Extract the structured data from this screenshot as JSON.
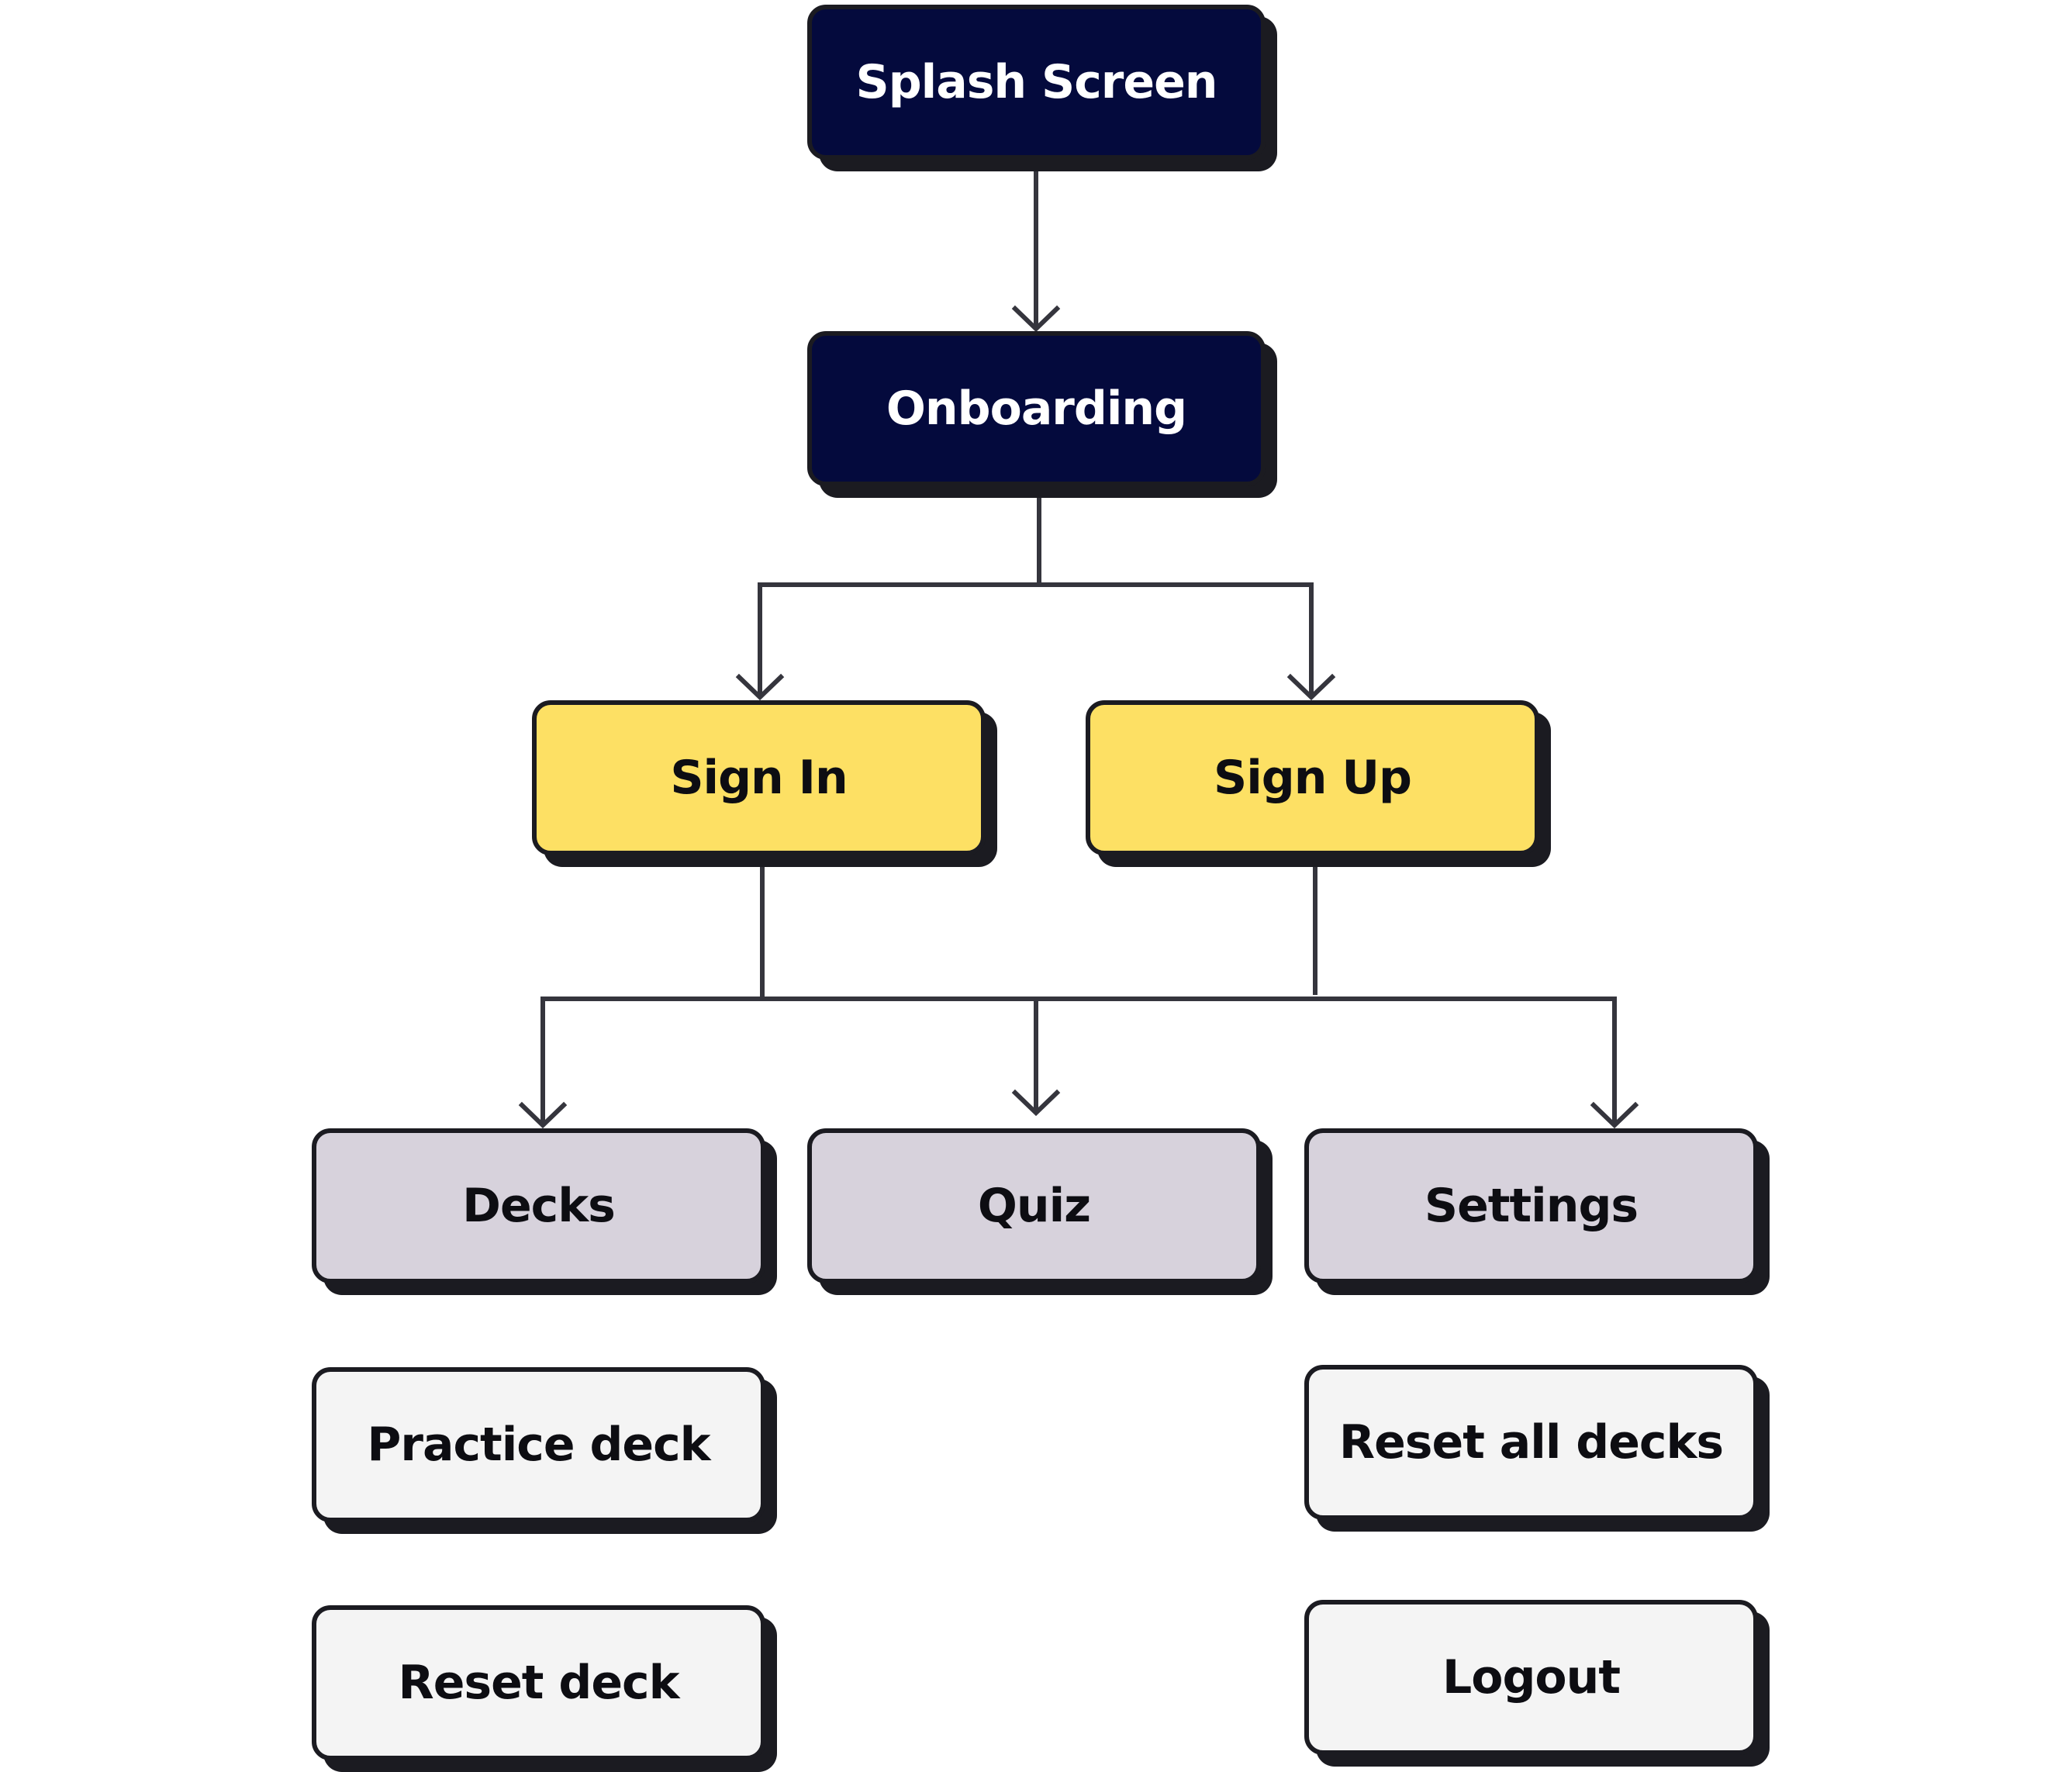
{
  "diagram": {
    "nodes": {
      "splash": "Splash Screen",
      "onboarding": "Onboarding",
      "sign_in": "Sign In",
      "sign_up": "Sign Up",
      "decks": "Decks",
      "quiz": "Quiz",
      "settings": "Settings",
      "practice_deck": "Practice deck",
      "reset_deck": "Reset deck",
      "reset_all_decks": "Reset all decks",
      "logout": "Logout"
    },
    "edges": [
      {
        "from": "Splash Screen",
        "to": "Onboarding"
      },
      {
        "from": "Onboarding",
        "to": "Sign In"
      },
      {
        "from": "Onboarding",
        "to": "Sign Up"
      },
      {
        "from": "Sign In",
        "to": "Decks"
      },
      {
        "from": "Sign In",
        "to": "Quiz"
      },
      {
        "from": "Sign In",
        "to": "Settings"
      },
      {
        "from": "Sign Up",
        "to": "Decks"
      },
      {
        "from": "Sign Up",
        "to": "Quiz"
      },
      {
        "from": "Sign Up",
        "to": "Settings"
      }
    ],
    "colors": {
      "dark_node": "#040a3d",
      "sign_node": "#fde064",
      "section_node": "#d7d2dc",
      "sub_node": "#f4f4f4",
      "outline": "#1b1b21",
      "connector": "#35353d"
    }
  }
}
